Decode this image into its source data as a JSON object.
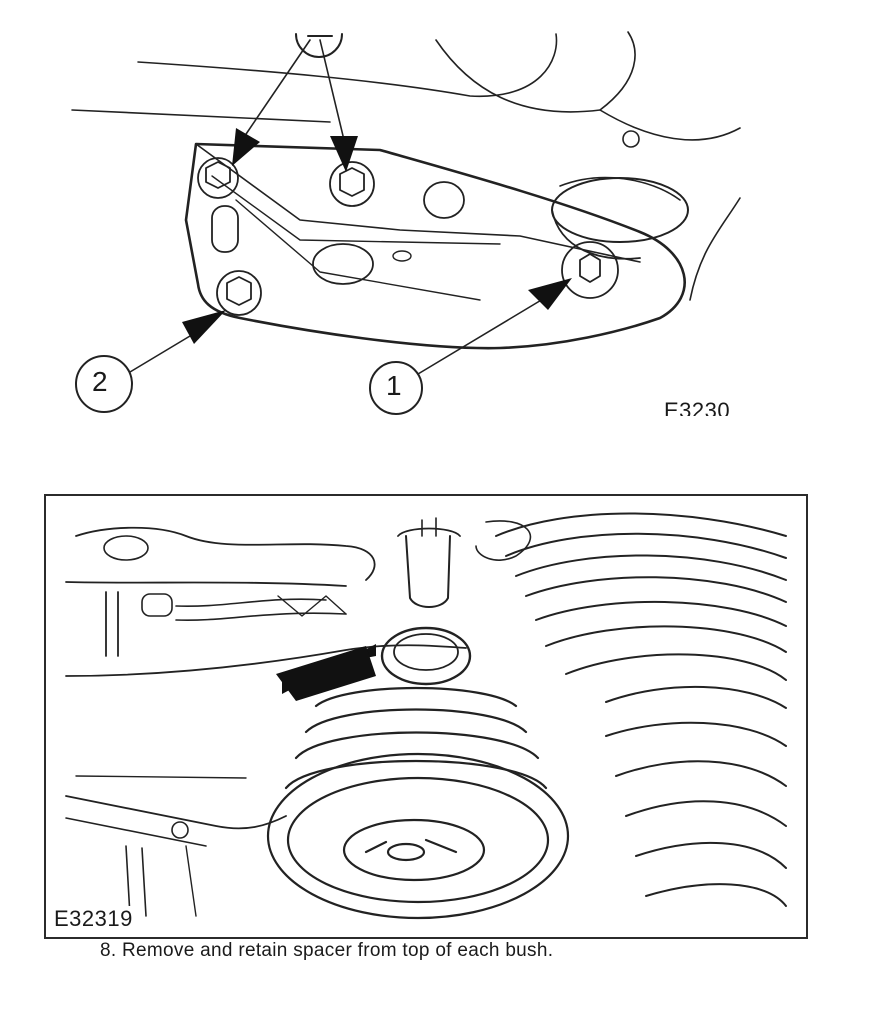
{
  "figure_top": {
    "code": "E3230",
    "callouts": [
      "1",
      "2"
    ]
  },
  "figure_bottom": {
    "code": "E32319"
  },
  "step_text": "8. Remove and retain spacer from top of each bush."
}
